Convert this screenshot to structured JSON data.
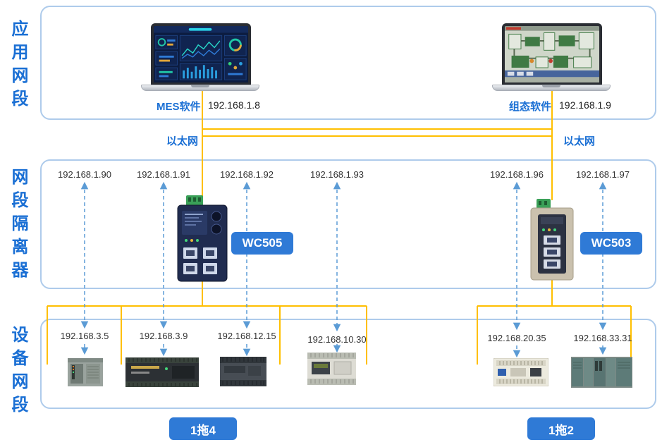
{
  "accent": {
    "label_blue": "#1a6fd4",
    "badge_bg": "#2f7ad6",
    "ethernet_line_yellow": "#ffbf00",
    "dashed_link_blue": "#5b9bd5",
    "zone_border_blue": "#aecbeb"
  },
  "side_labels": {
    "app": "应用网段",
    "isolator": "网段隔离器",
    "device": "设备网段"
  },
  "app_segment": {
    "mes": {
      "name": "MES软件",
      "ip": "192.168.1.8"
    },
    "scada": {
      "name": "组态软件",
      "ip": "192.168.1.9"
    }
  },
  "ethernet": {
    "left": "以太网",
    "right": "以太网"
  },
  "isolators": {
    "wc505": {
      "badge": "WC505",
      "ips": [
        "192.168.1.90",
        "192.168.1.91",
        "192.168.1.92",
        "192.168.1.93"
      ]
    },
    "wc503": {
      "badge": "WC503",
      "ips": [
        "192.168.1.96",
        "192.168.1.97"
      ]
    }
  },
  "device_segment": {
    "wc505_ips": [
      "192.168.3.5",
      "192.168.3.9",
      "192.168.12.15",
      "192.168.10.30"
    ],
    "wc503_ips": [
      "192.168.20.35",
      "192.168.33.31"
    ]
  },
  "fanout": {
    "left": "1拖4",
    "right": "1拖2"
  }
}
